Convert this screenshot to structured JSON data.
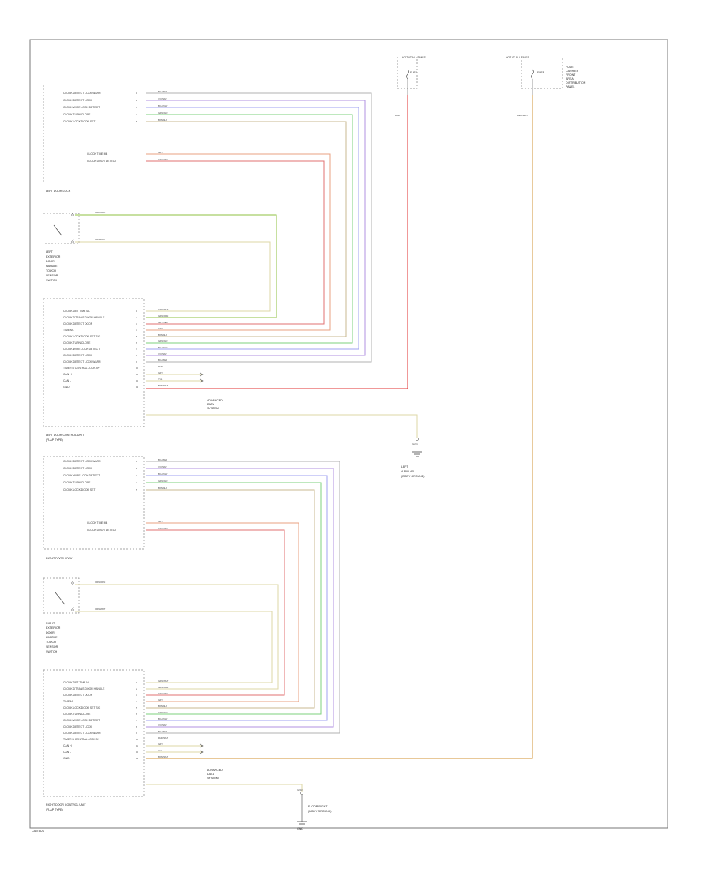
{
  "fuse_top_left": {
    "title": "HOT AT ALL TIMES",
    "fuse": "FUSE",
    "wire": "RED"
  },
  "fuse_top_right": {
    "title": "HOT AT ALL TIMES",
    "fuse": "FUSE",
    "wire": "RED/WHT",
    "label": [
      "FUSE",
      "CARRIER",
      "FRONT",
      "AREA",
      "DISTRIBUTION",
      "PANEL"
    ]
  },
  "left_door_lock": {
    "title": "LEFT DOOR LOCK",
    "pins": [
      {
        "label": "CLOCK DETECT LOCK WARN",
        "wire": "BLU/RED"
      },
      {
        "label": "CLOCK DETECT LOCK",
        "wire": "VIO/WHT"
      },
      {
        "label": "CLOCK WIRE LOCK DETECT",
        "wire": "BLU/WHT"
      },
      {
        "label": "CLOCK TURN CLOSE",
        "wire": "GRN/BLU"
      },
      {
        "label": "CLOCK LOCK/DOOR SET",
        "wire": "BRN/BLK"
      },
      {
        "label": "CLOCK TIME ML",
        "wire": "GRY"
      },
      {
        "label": "CLOCK DOOR DETECT",
        "wire": "GRY/RED"
      }
    ]
  },
  "left_switch": {
    "label": [
      "LEFT",
      "EXTERIOR",
      "DOOR",
      "HANDLE",
      "TOUCH",
      "SENSOR",
      "SWITCH"
    ],
    "wires": [
      "GRN/ORN",
      "GRN/WHT"
    ]
  },
  "left_control_unit": {
    "title": "LEFT DOOR CONTROL UNIT",
    "subtitle": "(FLAP TYPE)",
    "pins": [
      {
        "label": "CLOCK DET TIME ML",
        "wire": "GRN/WHT"
      },
      {
        "label": "CLOCK DTRANS DOOR HANDLE",
        "wire": "GRN/ORN"
      },
      {
        "label": "CLOCK DETECT DOOR",
        "wire": "GRY/RED"
      },
      {
        "label": "TIME ML",
        "wire": "GRY"
      },
      {
        "label": "CLOCK LOCK/DOOR SET SIG",
        "wire": "BRN/BLK"
      },
      {
        "label": "CLOCK TURN CLOSE",
        "wire": "GRN/BLU"
      },
      {
        "label": "CLOCK WIRE LOCK DETECT",
        "wire": "BLU/WHT"
      },
      {
        "label": "CLOCK DETECT LOCK",
        "wire": "VIO/WHT"
      },
      {
        "label": "CLOCK DETECT LOCK WARN",
        "wire": "BLU/RED"
      },
      {
        "label": "TIMER B CENTRAL LOCK B+",
        "wire": "RED"
      },
      {
        "label": "CAN H",
        "wire": "GRY"
      },
      {
        "label": "CAN L",
        "wire": "YEL"
      },
      {
        "label": "GND",
        "wire": "BRN/WHT"
      }
    ],
    "can_note": [
      "ADVANCED",
      "DATA",
      "SYSTEM"
    ]
  },
  "ground_left": {
    "id": "G201",
    "label": [
      "LEFT",
      "A-PILLAR",
      "(BODY GROUND)"
    ]
  },
  "right_door_lock": {
    "title": "RIGHT DOOR LOCK",
    "pins": [
      {
        "label": "CLOCK DETECT LOCK WARN",
        "wire": "BLU/RED"
      },
      {
        "label": "CLOCK DETECT LOCK",
        "wire": "VIO/WHT"
      },
      {
        "label": "CLOCK WIRE LOCK DETECT",
        "wire": "BLU/WHT"
      },
      {
        "label": "CLOCK TURN CLOSE",
        "wire": "GRN/BLU"
      },
      {
        "label": "CLOCK LOCK/DOOR SET",
        "wire": "BRN/BLK"
      },
      {
        "label": "CLOCK TIME ML",
        "wire": "GRY"
      },
      {
        "label": "CLOCK DOOR DETECT",
        "wire": "GRY/RED"
      }
    ]
  },
  "right_switch": {
    "label": [
      "RIGHT",
      "EXTERIOR",
      "DOOR",
      "HANDLE",
      "TOUCH",
      "SENSOR",
      "SWITCH"
    ],
    "wires": [
      "GRN/ORN",
      "GRN/WHT"
    ]
  },
  "right_control_unit": {
    "title": "RIGHT DOOR CONTROL UNIT",
    "subtitle": "(FLAP TYPE)",
    "pins": [
      {
        "label": "CLOCK DET TIME ML",
        "wire": "GRN/WHT"
      },
      {
        "label": "CLOCK DTRANS DOOR HANDLE",
        "wire": "GRN/ORN"
      },
      {
        "label": "CLOCK DETECT DOOR",
        "wire": "GRY/RED"
      },
      {
        "label": "TIME ML",
        "wire": "GRY"
      },
      {
        "label": "CLOCK LOCK/DOOR SET SIG",
        "wire": "BRN/BLK"
      },
      {
        "label": "CLOCK TURN CLOSE",
        "wire": "GRN/BLU"
      },
      {
        "label": "CLOCK WIRE LOCK DETECT",
        "wire": "BLU/WHT"
      },
      {
        "label": "CLOCK DETECT LOCK",
        "wire": "VIO/WHT"
      },
      {
        "label": "CLOCK DETECT LOCK WARN",
        "wire": "BLU/RED"
      },
      {
        "label": "TIMER B CENTRAL LOCK B+",
        "wire": "RED/WHT"
      },
      {
        "label": "CAN H",
        "wire": "GRY"
      },
      {
        "label": "CAN L",
        "wire": "YEL"
      },
      {
        "label": "GND",
        "wire": "BRN/WHT"
      }
    ],
    "can_note": [
      "ADVANCED",
      "DATA",
      "SYSTEM"
    ]
  },
  "ground_right": {
    "id": "G202",
    "label": [
      "FLOOR RIGHT",
      "(BODY GROUND)"
    ],
    "bottom": "GND"
  },
  "footer": "CAN BUS"
}
